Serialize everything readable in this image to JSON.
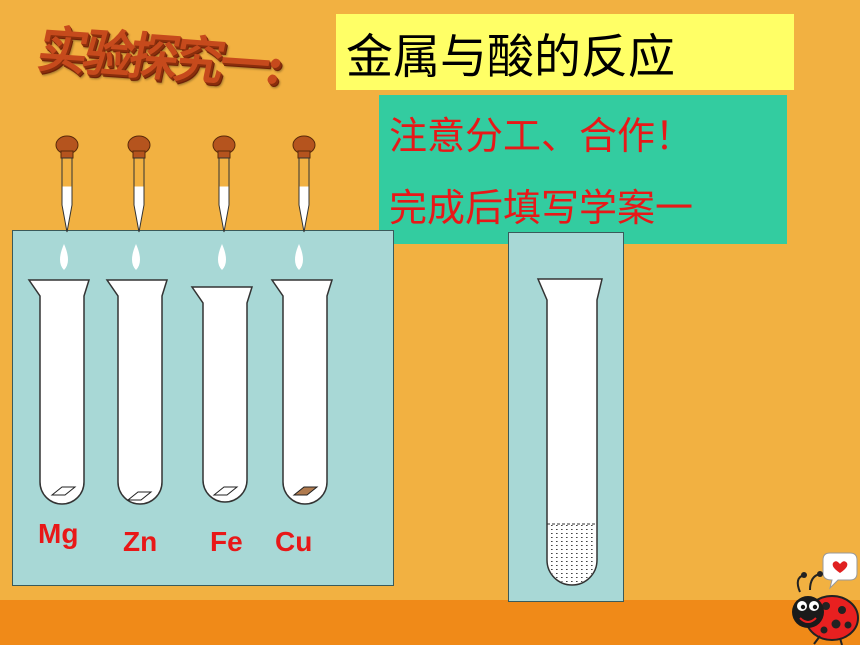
{
  "header": {
    "wordart_title": "实验探究一:",
    "main_title": "金属与酸的反应"
  },
  "note": {
    "line1": "注意分工、合作！",
    "line2": "完成后填写学案一"
  },
  "metals": [
    {
      "label": "Mg",
      "sample_color": "#FFFFFF"
    },
    {
      "label": "Zn",
      "sample_color": "#FFFFFF"
    },
    {
      "label": "Fe",
      "sample_color": "#FFFFFF"
    },
    {
      "label": "Cu",
      "sample_color": "#B07A4E"
    }
  ],
  "colors": {
    "background": "#F2B141",
    "bottom_band": "#F08A18",
    "tank": "#A8D8D6",
    "title_box": "#FFFF66",
    "note_box": "#33CCA0",
    "text_red": "#E81818",
    "dropper_bulb": "#B5541E"
  },
  "decoration": {
    "mascot_icon": "ladybug-icon",
    "heart_icon": "heart-speech-bubble-icon"
  }
}
